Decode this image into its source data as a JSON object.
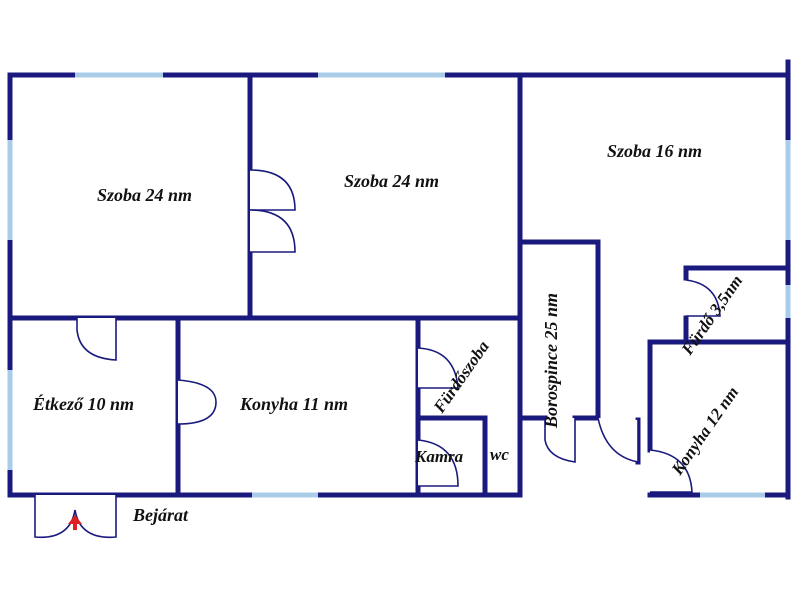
{
  "rooms": {
    "szoba1": "Szoba 24 nm",
    "szoba2": "Szoba 24 nm",
    "szoba3": "Szoba 16 nm",
    "etkezo": "Étkező 10 nm",
    "konyha1": "Konyha 11 nm",
    "furdoszoba": "Fürdőszoba",
    "kamra": "Kamra",
    "wc": "wc",
    "borospince": "Borospince 25 nm",
    "furdo": "Fürdő 3,5nm",
    "konyha2": "Konyha 12 nm"
  },
  "entrance": {
    "label": "Bejárat"
  },
  "colors": {
    "wall": "#1a1a7e",
    "window": "#a9cce8",
    "entrance_arrow": "#e02020"
  }
}
